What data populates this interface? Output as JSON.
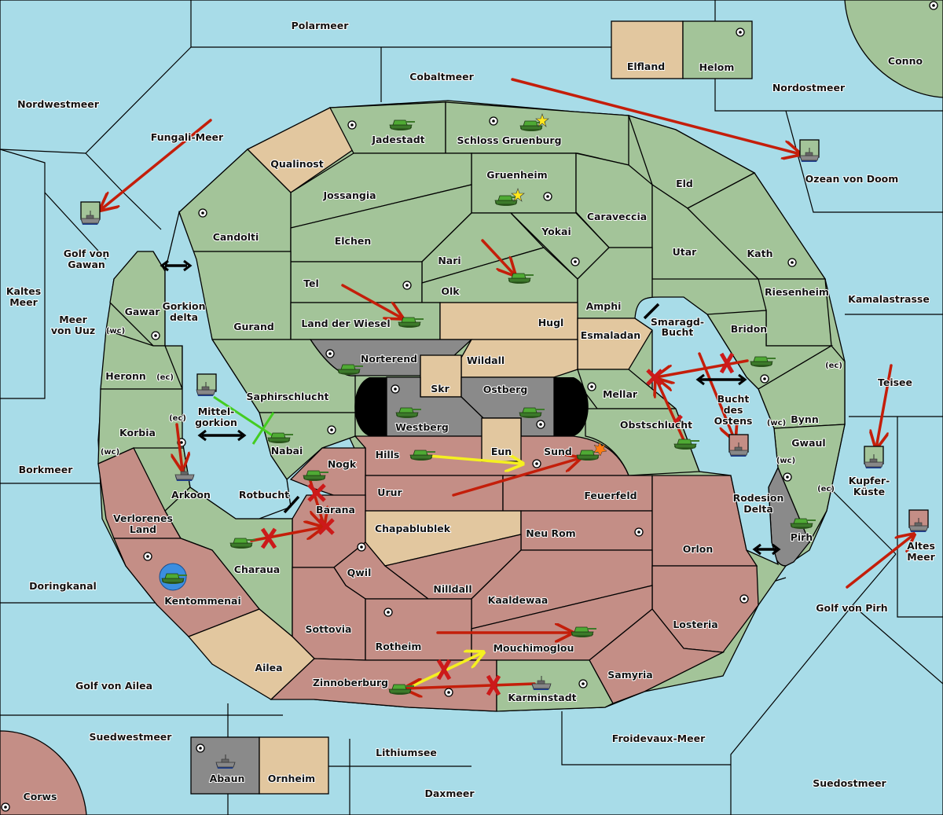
{
  "map": {
    "colors": {
      "sea": "#a8dce8",
      "power_green": "#a3c499",
      "neutral_tan": "#e2c79f",
      "power_red": "#c48e86",
      "power_gray": "#8a8a8a",
      "move_order": "#c41e0a",
      "support_order": "#f5f020",
      "convoy_order": "#44cc22",
      "dislodged_highlight": "#3b8ee0"
    },
    "seas": [
      "Polarmeer",
      "Cobaltmeer",
      "Nordwestmeer",
      "Fungali-Meer",
      "Nordostmeer",
      "Ozean von Doom",
      "Golf von Gawan",
      "Kaltes Meer",
      "Meer von Uuz",
      "Gorkion delta",
      "Mittel-gorkion",
      "Rotbucht",
      "Smaragd-Bucht",
      "Bucht des Ostens",
      "Rodesion Delta",
      "Kamalastrasse",
      "Teisee",
      "Kupfer-Küste",
      "Altes Meer",
      "Golf von Pirh",
      "Borkmeer",
      "Doringkanal",
      "Golf von Ailea",
      "Suedwestmeer",
      "Lithiumsee",
      "Daxmeer",
      "Froidevaux-Meer",
      "Suedostmeer"
    ],
    "labels": {
      "polarmeer": "Polarmeer",
      "cobaltmeer": "Cobaltmeer",
      "nordwestmeer": "Nordwestmeer",
      "fungali": "Fungali-Meer",
      "nordostmeer": "Nordostmeer",
      "ozean": "Ozean von Doom",
      "gawan1": "Golf von",
      "gawan2": "Gawan",
      "kaltes1": "Kaltes",
      "kaltes2": "Meer",
      "uuz1": "Meer",
      "uuz2": "von Uuz",
      "gdelta1": "Gorkion",
      "gdelta2": "delta",
      "mittel1": "Mittel-",
      "mittel2": "gorkion",
      "rotbucht": "Rotbucht",
      "smaragd1": "Smaragd-",
      "smaragd2": "Bucht",
      "bucht1": "Bucht",
      "bucht2": "des",
      "bucht3": "Ostens",
      "rodesion1": "Rodesion",
      "rodesion2": "Delta",
      "kamala": "Kamalastrasse",
      "teisee": "Teisee",
      "kupfer1": "Kupfer-",
      "kupfer2": "Küste",
      "altes1": "Altes",
      "altes2": "Meer",
      "pirhgolf": "Golf von Pirh",
      "borkmeer": "Borkmeer",
      "doring": "Doringkanal",
      "ailea_golf": "Golf von Ailea",
      "suedwest": "Suedwestmeer",
      "lithium": "Lithiumsee",
      "daxmeer": "Daxmeer",
      "froidevaux": "Froidevaux-Meer",
      "suedost": "Suedostmeer",
      "elfland": "Elfland",
      "helom": "Helom",
      "conno": "Conno",
      "jadestadt": "Jadestadt",
      "schloss": "Schloss Gruenburg",
      "qualinost": "Qualinost",
      "gruenheim": "Gruenheim",
      "jossangia": "Jossangia",
      "eld": "Eld",
      "candolti": "Candolti",
      "elchen": "Elchen",
      "caraveccia": "Caraveccia",
      "yokai": "Yokai",
      "utar": "Utar",
      "kath": "Kath",
      "nari": "Nari",
      "tel": "Tel",
      "olk": "Olk",
      "amphi": "Amphi",
      "riesenheim": "Riesenheim",
      "gawar": "Gawar",
      "gurand": "Gurand",
      "wiesel": "Land der Wiesel",
      "hugl": "Hugl",
      "esmaladan": "Esmaladan",
      "bridon": "Bridon",
      "norterend": "Norterend",
      "wildall": "Wildall",
      "heronn": "Heronn",
      "skr": "Skr",
      "ostberg": "Ostberg",
      "mellar": "Mellar",
      "saphir": "Saphirschlucht",
      "westberg": "Westberg",
      "obst": "Obstschlucht",
      "bynn": "Bynn",
      "korbia": "Korbia",
      "nabai": "Nabai",
      "gwaul": "Gwaul",
      "hills": "Hills",
      "eun": "Eun",
      "sund": "Sund",
      "nogk": "Nogk",
      "arkoon": "Arkoon",
      "urur": "Urur",
      "feuerfeld": "Feuerfeld",
      "barana": "Barana",
      "verl1": "Verlorenes",
      "verl2": "Land",
      "chapa": "Chapablublek",
      "neurom": "Neu Rom",
      "orlon": "Orlon",
      "pirh": "Pirh",
      "charaua": "Charaua",
      "qwil": "Qwil",
      "nilldall": "Nilldall",
      "kentom": "Kentommenai",
      "kaaldewaa": "Kaaldewaa",
      "losteria": "Losteria",
      "sottovia": "Sottovia",
      "rotheim": "Rotheim",
      "mouchi": "Mouchimoglou",
      "samyria": "Samyria",
      "ailea": "Ailea",
      "zinnober": "Zinnoberburg",
      "karmin": "Karminstadt",
      "abaun": "Abaun",
      "ornheim": "Ornheim",
      "corws": "Corws",
      "wc": "(wc)",
      "ec": "(ec)"
    },
    "units": [
      {
        "type": "army",
        "province": "Jadestadt"
      },
      {
        "type": "army",
        "province": "Schloss Gruenburg",
        "marker": "star"
      },
      {
        "type": "army",
        "province": "Gruenheim",
        "marker": "star"
      },
      {
        "type": "army",
        "province": "Olk"
      },
      {
        "type": "army",
        "province": "Land der Wiesel"
      },
      {
        "type": "army",
        "province": "Norterend"
      },
      {
        "type": "army",
        "province": "Westberg"
      },
      {
        "type": "army",
        "province": "Ostberg"
      },
      {
        "type": "army",
        "province": "Nabai"
      },
      {
        "type": "army",
        "province": "Hills"
      },
      {
        "type": "army",
        "province": "Sund",
        "marker": "explosion"
      },
      {
        "type": "army",
        "province": "Nogk"
      },
      {
        "type": "army",
        "province": "Charaua"
      },
      {
        "type": "army",
        "province": "Kentommenai",
        "marker": "dislodged"
      },
      {
        "type": "army",
        "province": "Bridon"
      },
      {
        "type": "army",
        "province": "Obstschlucht"
      },
      {
        "type": "army",
        "province": "Pirh"
      },
      {
        "type": "army",
        "province": "Mouchimoglou"
      },
      {
        "type": "army",
        "province": "Zinnoberburg"
      },
      {
        "type": "fleet",
        "province": "Golf von Gawan"
      },
      {
        "type": "fleet",
        "province": "Ozean von Doom"
      },
      {
        "type": "fleet",
        "province": "Mittel-gorkion"
      },
      {
        "type": "fleet",
        "province": "Arkoon"
      },
      {
        "type": "fleet",
        "province": "Bucht des Ostens"
      },
      {
        "type": "fleet",
        "province": "Kupfer-Küste"
      },
      {
        "type": "fleet",
        "province": "Altes Meer"
      },
      {
        "type": "fleet",
        "province": "Karminstadt"
      },
      {
        "type": "fleet",
        "province": "Abaun"
      }
    ]
  }
}
